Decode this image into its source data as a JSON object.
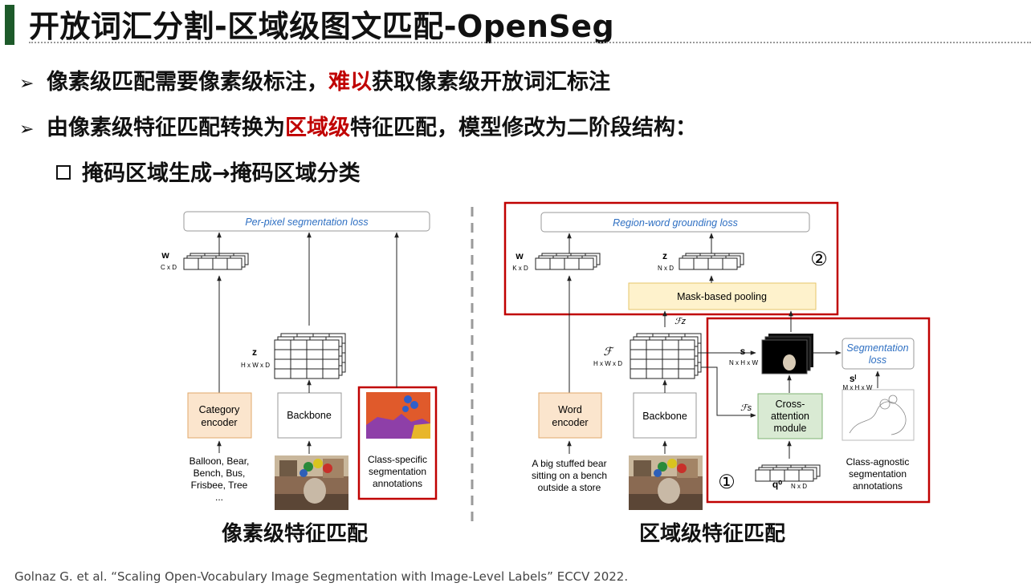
{
  "title": "开放词汇分割-区域级图文匹配-OpenSeg",
  "bullets": {
    "b1_pre": "像素级匹配需要像素级标注，",
    "b1_red": "难以",
    "b1_post": "获取像素级开放词汇标注",
    "b2_pre": "由像素级特征匹配转换为",
    "b2_red": "区域级",
    "b2_post": "特征匹配，模型修改为二阶段结构：",
    "sub1": "掩码区域生成→掩码区域分类"
  },
  "left_diagram": {
    "loss_label": "Per-pixel segmentation loss",
    "w_symbol": "w",
    "w_dims": "C x D",
    "z_symbol": "z",
    "z_dims": "H x W x D",
    "category_encoder": [
      "Category",
      "encoder"
    ],
    "backbone": "Backbone",
    "category_list": [
      "Balloon, Bear,",
      "Bench, Bus,",
      "Frisbee, Tree",
      "..."
    ],
    "annotation_caption": [
      "Class-specific",
      "segmentation",
      "annotations"
    ],
    "label": "像素级特征匹配"
  },
  "right_diagram": {
    "loss_label": "Region-word grounding loss",
    "w_symbol": "w",
    "w_dims": "K x D",
    "z_symbol": "z",
    "z_dims": "N x D",
    "circle2": "②",
    "circle1": "①",
    "mask_pooling": "Mask-based pooling",
    "fz": "ℱz",
    "f_symbol": "ℱ",
    "f_dims": "H x W x D",
    "s_symbol": "s",
    "s_dims": "N x H x W",
    "seg_loss": [
      "Segmentation",
      "loss"
    ],
    "sl_symbol": "sˡ",
    "sl_dims": "M x H x W",
    "fs": "ℱs",
    "cross_attention": [
      "Cross-",
      "attention",
      "module"
    ],
    "word_encoder": [
      "Word",
      "encoder"
    ],
    "backbone": "Backbone",
    "caption": [
      "A big stuffed bear",
      "sitting on a bench",
      "outside a store"
    ],
    "q_symbol": "q⁰",
    "q_dims": "N x D",
    "agnostic_caption": [
      "Class-agnostic",
      "segmentation",
      "annotations"
    ],
    "label": "区域级特征匹配"
  },
  "footnote": "Golnaz G. et al. “Scaling Open-Vocabulary Image Segmentation with Image-Level Labels”   ECCV 2022.",
  "colors": {
    "accent_red": "#c00000",
    "title_bar": "#1d5a2a",
    "encoder_fill": "#fbe5cd",
    "pooling_fill": "#fef2cc",
    "cross_fill": "#d9ead3",
    "loss_blue": "#2e6fc2"
  }
}
